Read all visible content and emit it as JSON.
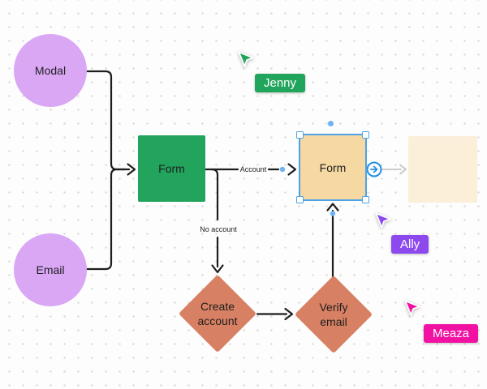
{
  "canvas": {
    "background": "#FDFDFD",
    "dot_color": "#D4D4D4"
  },
  "nodes": {
    "modal": {
      "label": "Modal",
      "shape": "circle",
      "color": "#DAA7F5"
    },
    "email": {
      "label": "Email",
      "shape": "circle",
      "color": "#DAA7F5"
    },
    "form_green": {
      "label": "Form",
      "shape": "square",
      "color": "#22A45C"
    },
    "form_selected": {
      "label": "Form",
      "shape": "square",
      "color": "#F6D8A2",
      "selected": true
    },
    "ghost_square": {
      "label": "",
      "shape": "square",
      "color": "#FBEFD9"
    },
    "create_account": {
      "label": "Create account",
      "shape": "diamond",
      "color": "#D88063"
    },
    "verify_email": {
      "label": "Verify email",
      "shape": "diamond",
      "color": "#D88063"
    }
  },
  "edges": {
    "account": {
      "label": "Account"
    },
    "no_account": {
      "label": "No account"
    }
  },
  "selection": {
    "color": "#4EA3E6",
    "endpoint_color": "#6FB3F3",
    "handle_fill": "#FFFFFF",
    "quick_connect_icon": "circled-right-arrow",
    "quick_connect_color": "#2090E2"
  },
  "collaborators": [
    {
      "name": "Jenny",
      "color": "#21A45B"
    },
    {
      "name": "Ally",
      "color": "#8C49EE"
    },
    {
      "name": "Meaza",
      "color": "#F112A3"
    }
  ]
}
